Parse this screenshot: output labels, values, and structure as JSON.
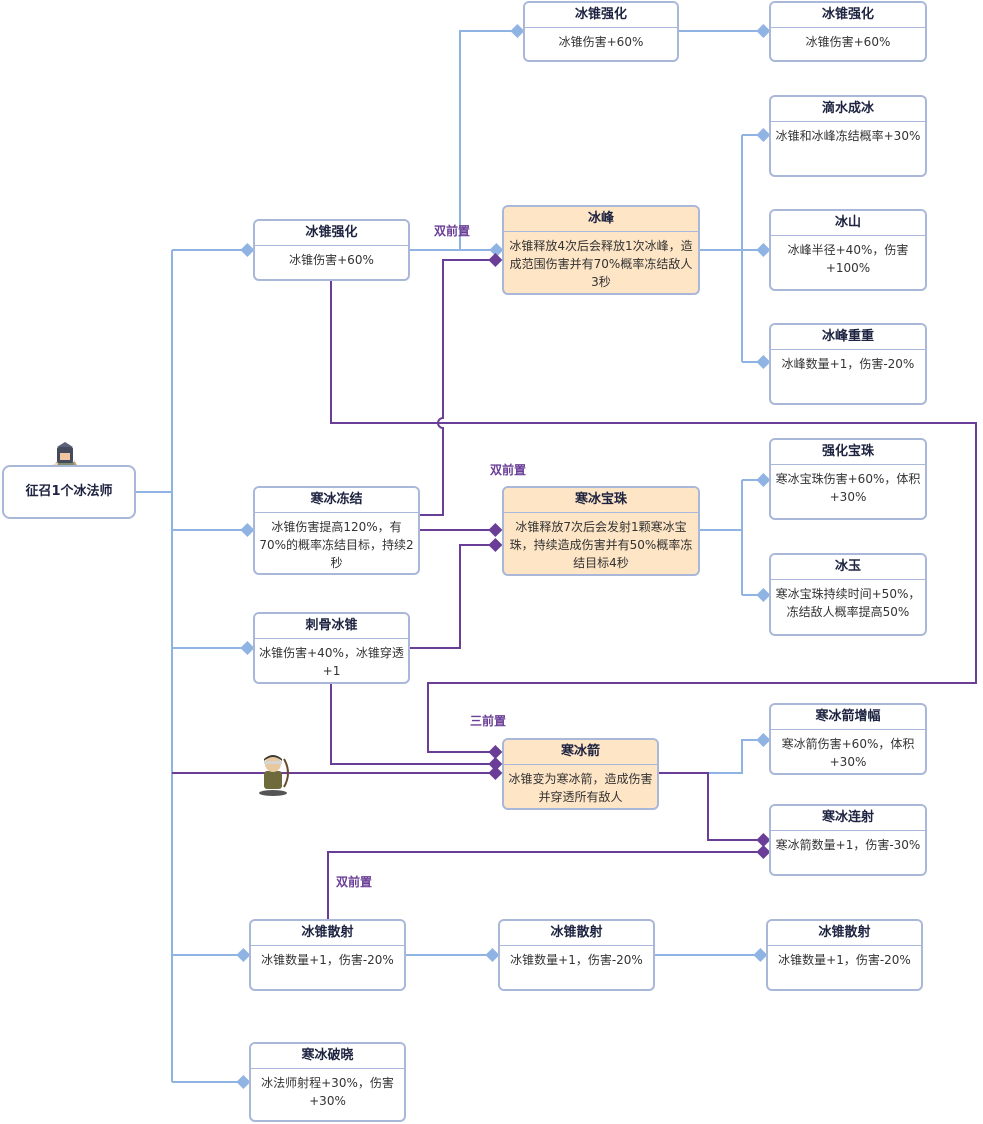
{
  "root": {
    "label": "征召1个冰法师",
    "icon": "ice-mage-avatar"
  },
  "tags": [
    "双前置",
    "双前置",
    "三前置",
    "双前置"
  ],
  "archer_icon": "archer-avatar",
  "colors": {
    "line_blue": "#8fb4e3",
    "line_purple": "#6a3e97",
    "border": "#a9b7d8",
    "highlight": "#fde5c6"
  },
  "nodes": {
    "icecone_1": {
      "title": "冰锥强化",
      "body": "冰锥伤害+60%"
    },
    "icecone_2": {
      "title": "冰锥强化",
      "body": "冰锥伤害+60%"
    },
    "icecone_3": {
      "title": "冰锥强化",
      "body": "冰锥伤害+60%"
    },
    "drip": {
      "title": "滴水成冰",
      "body": "冰锥和冰峰冻结概率+30%"
    },
    "peak": {
      "title": "冰峰",
      "body": "冰锥释放4次后会释放1次冰峰，造成范围伤害并有70%概率冻结敌人3秒"
    },
    "mountain": {
      "title": "冰山",
      "body": "冰峰半径+40%，伤害+100%"
    },
    "peaks": {
      "title": "冰峰重重",
      "body": "冰峰数量+1，伤害-20%"
    },
    "freeze": {
      "title": "寒冰冻结",
      "body": "冰锥伤害提高120%，有70%的概率冻结目标，持续2秒"
    },
    "orb": {
      "title": "寒冰宝珠",
      "body": "冰锥释放7次后会发射1颗寒冰宝珠，持续造成伤害并有50%概率冻结目标4秒"
    },
    "orb_up": {
      "title": "强化宝珠",
      "body": "寒冰宝珠伤害+60%，体积+30%"
    },
    "jade": {
      "title": "冰玉",
      "body": "寒冰宝珠持续时间+50%，冻结敌人概率提高50%"
    },
    "pierce": {
      "title": "刺骨冰锥",
      "body": "冰锥伤害+40%，冰锥穿透+1"
    },
    "arrow": {
      "title": "寒冰箭",
      "body": "冰锥变为寒冰箭，造成伤害并穿透所有敌人"
    },
    "arrow_amp": {
      "title": "寒冰箭增幅",
      "body": "寒冰箭伤害+60%，体积+30%"
    },
    "arrow_multi": {
      "title": "寒冰连射",
      "body": "寒冰箭数量+1，伤害-30%"
    },
    "scatter_1": {
      "title": "冰锥散射",
      "body": "冰锥数量+1，伤害-20%"
    },
    "scatter_2": {
      "title": "冰锥散射",
      "body": "冰锥数量+1，伤害-20%"
    },
    "scatter_3": {
      "title": "冰锥散射",
      "body": "冰锥数量+1，伤害-20%"
    },
    "dawn": {
      "title": "寒冰破晓",
      "body": "冰法师射程+30%，伤害+30%"
    }
  }
}
